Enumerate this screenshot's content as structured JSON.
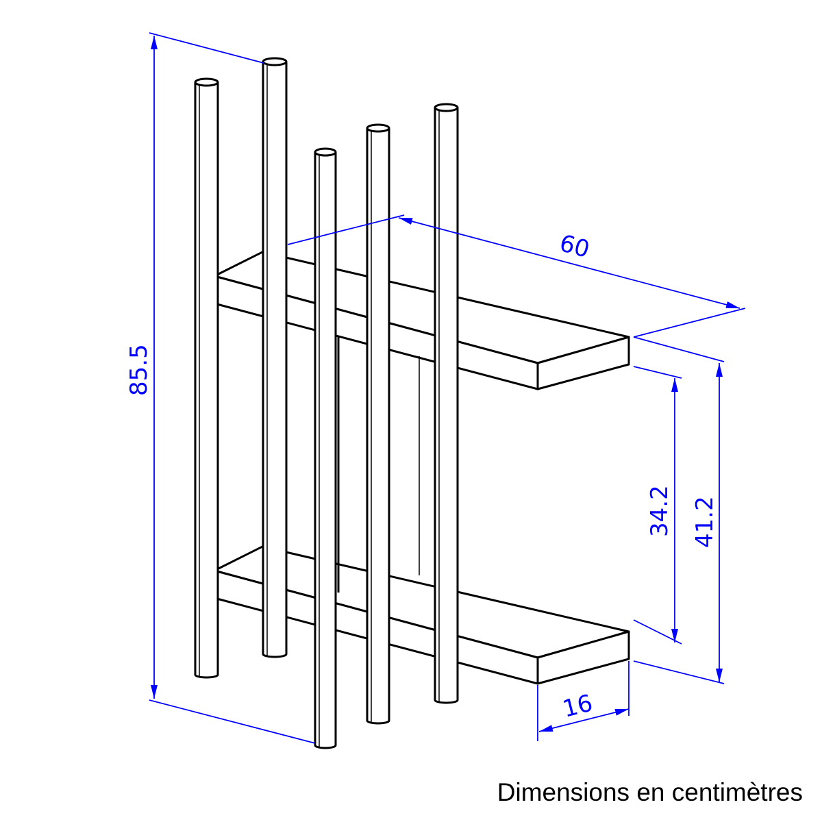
{
  "dimensions": {
    "height_total": "85.5",
    "width": "60",
    "shelf_clearance": "34.2",
    "shelf_spacing": "41.2",
    "depth": "16"
  },
  "caption": "Dimensions en centimètres",
  "colors": {
    "dimension": "#0000ff",
    "drawing": "#000000"
  }
}
